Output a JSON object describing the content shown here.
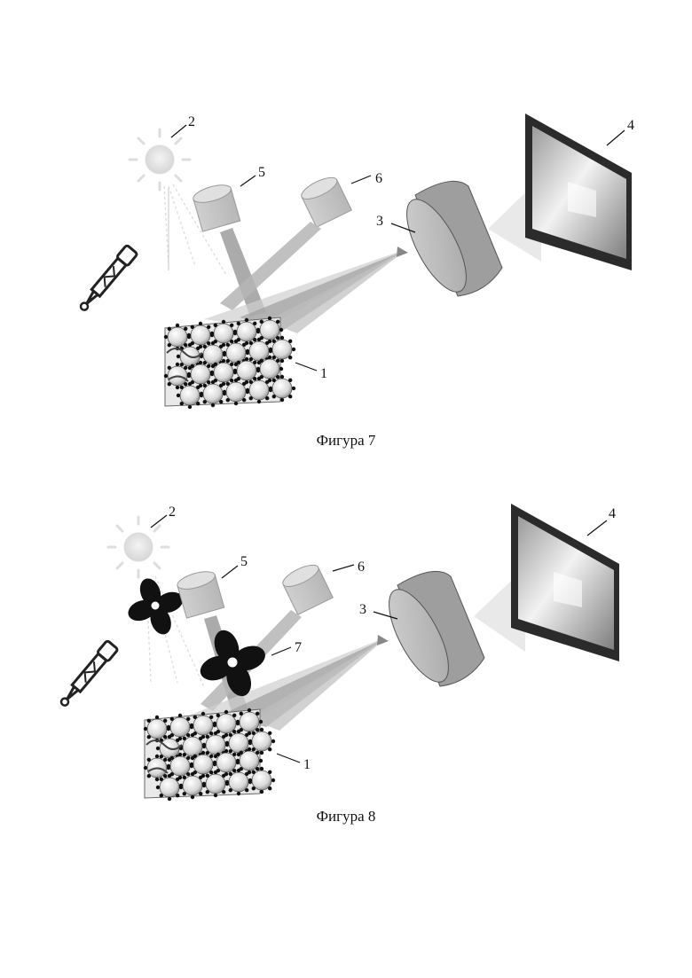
{
  "figures": [
    {
      "caption": "Фигура 7",
      "labels": {
        "sample": "1",
        "light_source": "2",
        "lens": "3",
        "screen": "4",
        "camera_a": "5",
        "camera_b": "6"
      }
    },
    {
      "caption": "Фигура 8",
      "labels": {
        "sample": "1",
        "light_source": "2",
        "lens": "3",
        "screen": "4",
        "camera_a": "5",
        "camera_b": "6",
        "fan": "7"
      }
    }
  ]
}
